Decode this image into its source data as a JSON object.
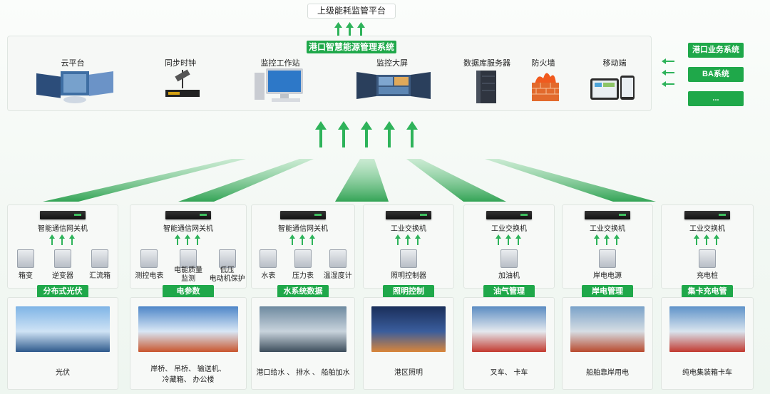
{
  "top": {
    "upper_platform": "上级能耗监管平台",
    "system_title": "港口智慧能源管理系统"
  },
  "center_devices": [
    {
      "label": "云平台",
      "icon": "cloud-platform-icon"
    },
    {
      "label": "同步时钟",
      "icon": "sync-clock-icon"
    },
    {
      "label": "监控工作站",
      "icon": "workstation-icon"
    },
    {
      "label": "监控大屏",
      "icon": "video-wall-icon"
    },
    {
      "label": "数据库服务器",
      "icon": "database-server-icon"
    },
    {
      "label": "防火墙",
      "icon": "firewall-icon"
    },
    {
      "label": "移动端",
      "icon": "mobile-icon"
    }
  ],
  "side_systems": [
    "港口业务系统",
    "BA系统",
    "..."
  ],
  "modules": [
    {
      "gateway": "智能通信网关机",
      "devices": [
        "箱变",
        "逆变器",
        "汇流箱"
      ],
      "category": "分布式光伏",
      "scene": "光伏"
    },
    {
      "gateway": "智能通信网关机",
      "devices": [
        "测控电表",
        "电能质量\n监测",
        "低压\n电动机保护"
      ],
      "category": "电参数",
      "scene": "岸桥、 吊桥、 输送机、\n冷藏箱、 办公楼"
    },
    {
      "gateway": "智能通信网关机",
      "devices": [
        "水表",
        "压力表",
        "温湿度计"
      ],
      "category": "水系统数据",
      "scene": "港口给水 、 排水 、 船舶加水"
    },
    {
      "gateway": "工业交换机",
      "devices": [
        "照明控制器"
      ],
      "category": "照明控制",
      "scene": "港区照明"
    },
    {
      "gateway": "工业交换机",
      "devices": [
        "加油机"
      ],
      "category": "油气管理",
      "scene": "叉车、 卡车"
    },
    {
      "gateway": "工业交换机",
      "devices": [
        "岸电电源"
      ],
      "category": "岸电管理",
      "scene": "船舶靠岸用电"
    },
    {
      "gateway": "工业交换机",
      "devices": [
        "充电桩"
      ],
      "category": "集卡充电管理",
      "scene": "纯电集装箱卡车"
    }
  ],
  "colors": {
    "accent_green": "#1fa84a",
    "arrow_green": "#2eb35a"
  }
}
